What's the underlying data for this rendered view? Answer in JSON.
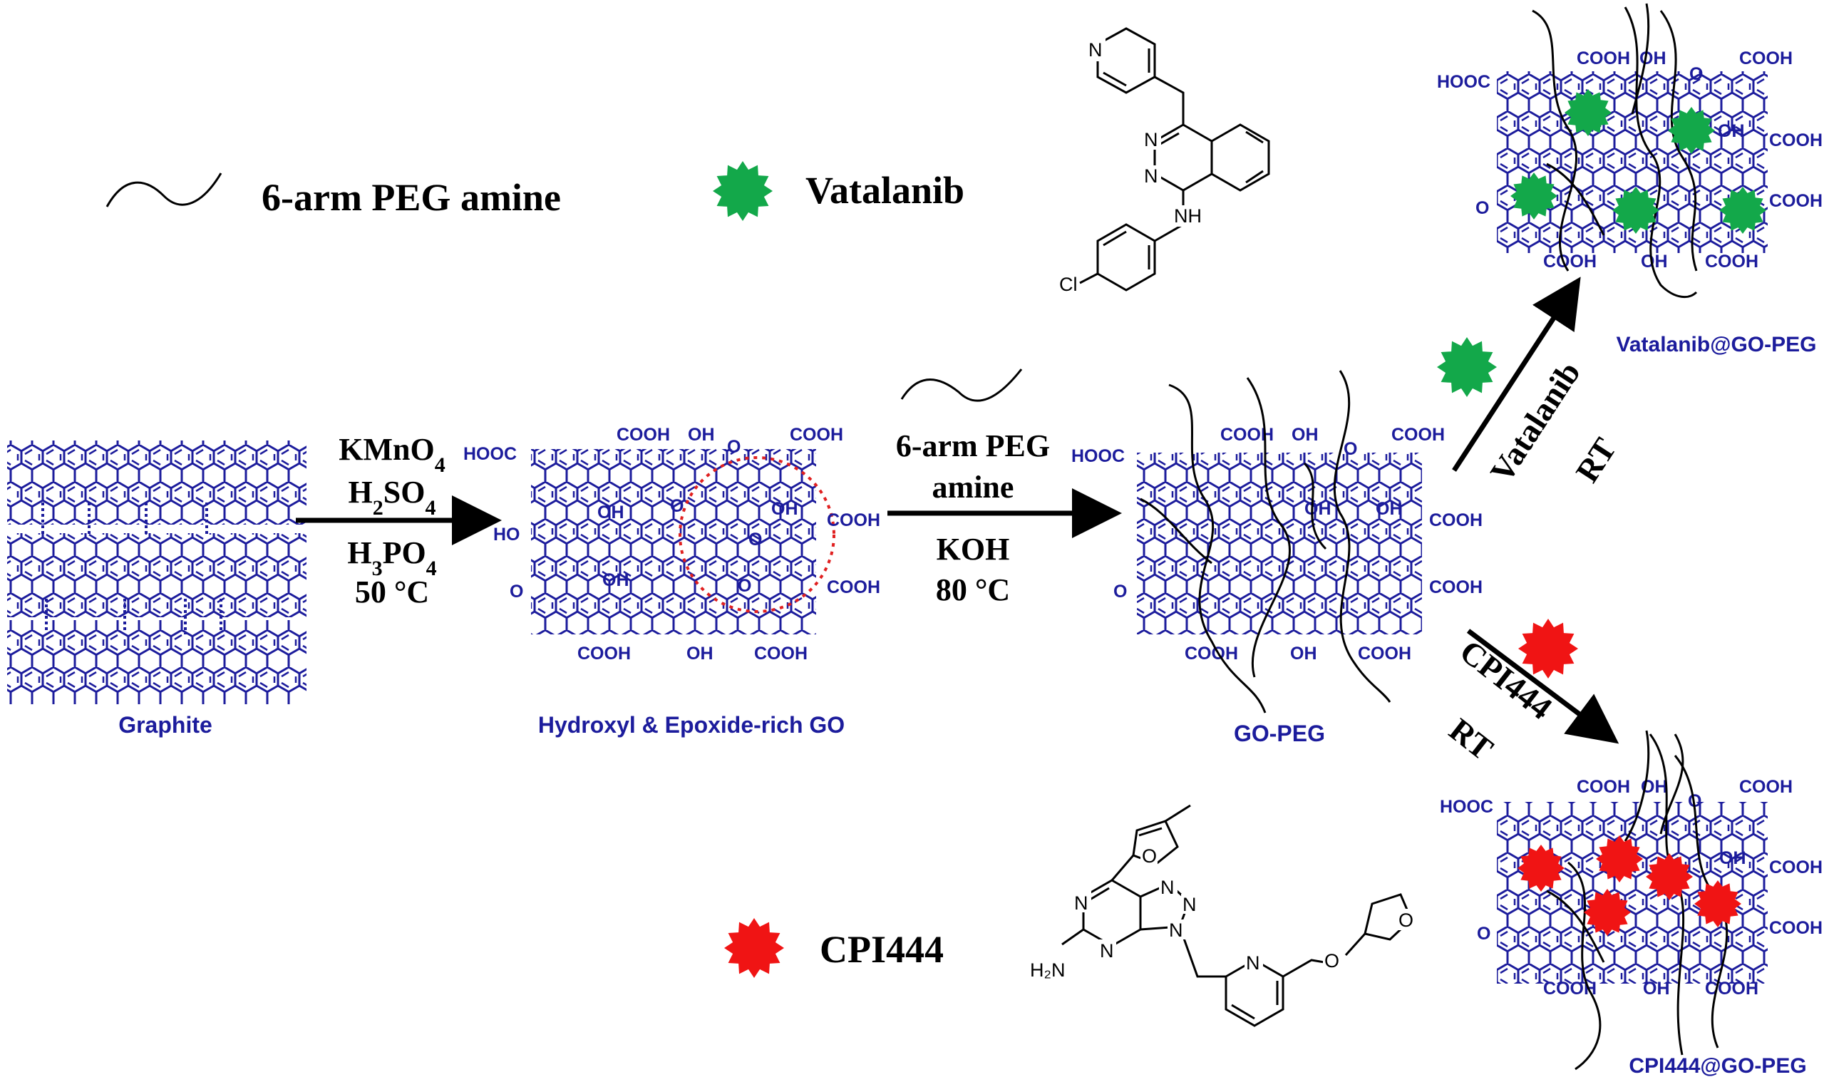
{
  "legend": {
    "peg_label": "6-arm PEG amine",
    "vatalanib_label": "Vatalanib",
    "cpi444_label": "CPI444"
  },
  "steps": {
    "step1": [
      "KMnO4",
      "H2SO4",
      "H3PO4",
      "50 °C"
    ],
    "step2": [
      "6-arm PEG",
      "amine",
      "KOH",
      "80 °C"
    ],
    "step3_upper": {
      "reagent": "Vatalanib",
      "condition": "RT"
    },
    "step3_lower": {
      "reagent": "CPI444",
      "condition": "RT"
    }
  },
  "products": {
    "graphite": "Graphite",
    "go": "Hydroxyl & Epoxide-rich GO",
    "go_peg": "GO-PEG",
    "vatalanib_go_peg": "Vatalanib@GO-PEG",
    "cpi444_go_peg": "CPI444@GO-PEG"
  },
  "functional_groups": {
    "cooh": "COOH",
    "hooc": "HOOC",
    "oh": "OH",
    "ho": "HO",
    "o": "O"
  },
  "atoms": {
    "n": "N",
    "nh": "NH",
    "cl": "Cl",
    "o": "O",
    "h2n": "H₂N"
  },
  "colors": {
    "graphene": "#1c1c9c",
    "vatalanib_marker": "#13a84a",
    "cpi444_marker": "#f01414",
    "epoxide_circle": "#e02020"
  }
}
